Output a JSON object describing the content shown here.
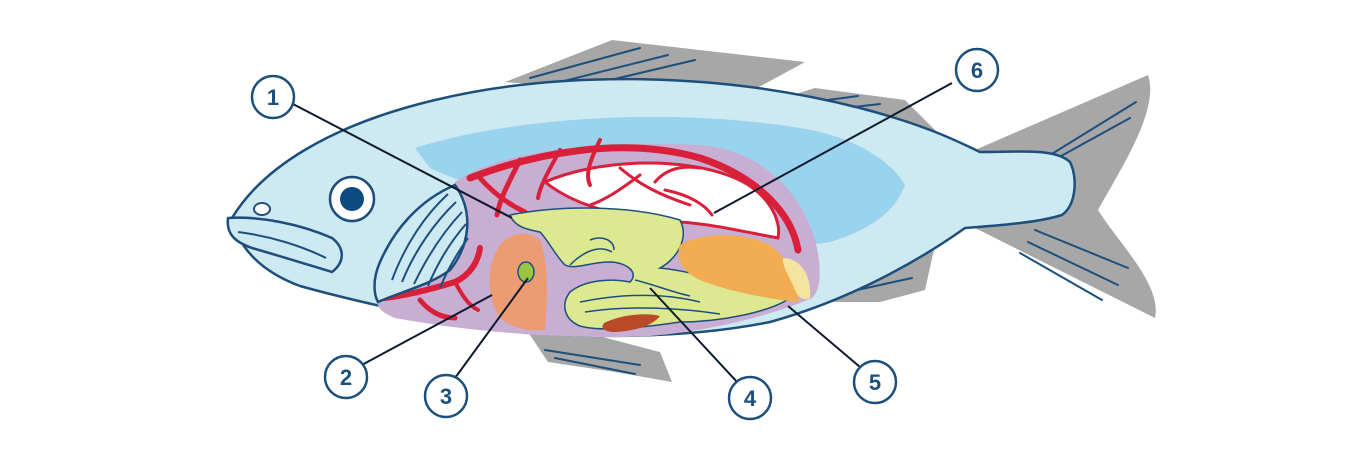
{
  "colors": {
    "outline": "#1d4f7c",
    "body": "#cde9f2",
    "body_shade": "#8fcfec",
    "fin": "#a7a7a7",
    "cavity": "#c9aed3",
    "blood": "#d9203a",
    "swim_bladder": "#ffffff",
    "intestine": "#dde991",
    "gallbladder": "#9bc540",
    "liver": "#ec9c72",
    "gonad": "#f2ad52",
    "gonad_light": "#f5e3a0",
    "spleen": "#b84a28",
    "eye": "#0d4a80"
  },
  "callouts": [
    {
      "id": "1",
      "label": "1"
    },
    {
      "id": "2",
      "label": "2"
    },
    {
      "id": "3",
      "label": "3"
    },
    {
      "id": "4",
      "label": "4"
    },
    {
      "id": "5",
      "label": "5"
    },
    {
      "id": "6",
      "label": "6"
    }
  ]
}
